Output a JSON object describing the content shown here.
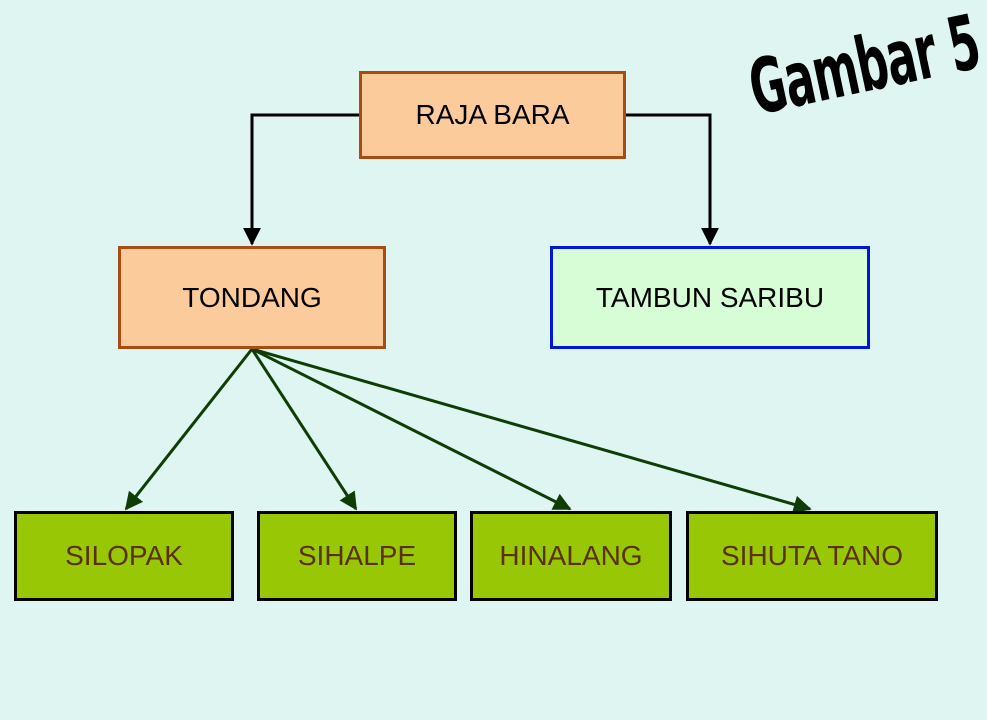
{
  "title": "Gambar 5",
  "nodes": {
    "root": "RAJA BARA",
    "tondang": "TONDANG",
    "tambun_saribu": "TAMBUN SARIBU",
    "silopak": "SILOPAK",
    "sihalpe": "SIHALPE",
    "hinalang": "HINALANG",
    "sihuta_tano": "SIHUTA TANO"
  },
  "edges": [
    {
      "from": "RAJA BARA",
      "to": "TONDANG"
    },
    {
      "from": "RAJA BARA",
      "to": "TAMBUN SARIBU"
    },
    {
      "from": "TONDANG",
      "to": "SILOPAK"
    },
    {
      "from": "TONDANG",
      "to": "SIHALPE"
    },
    {
      "from": "TONDANG",
      "to": "HINALANG"
    },
    {
      "from": "TONDANG",
      "to": "SIHUTA TANO"
    }
  ],
  "colors": {
    "background": "#def5f1",
    "orange_fill": "#fccb9b",
    "orange_border": "#a94c14",
    "light_green_fill": "#d6fdd6",
    "blue_border": "#0017d9",
    "green_fill": "#97c705",
    "green_text": "#5a3106",
    "top_connector": "#000000",
    "lower_connector": "#0f3d06"
  }
}
